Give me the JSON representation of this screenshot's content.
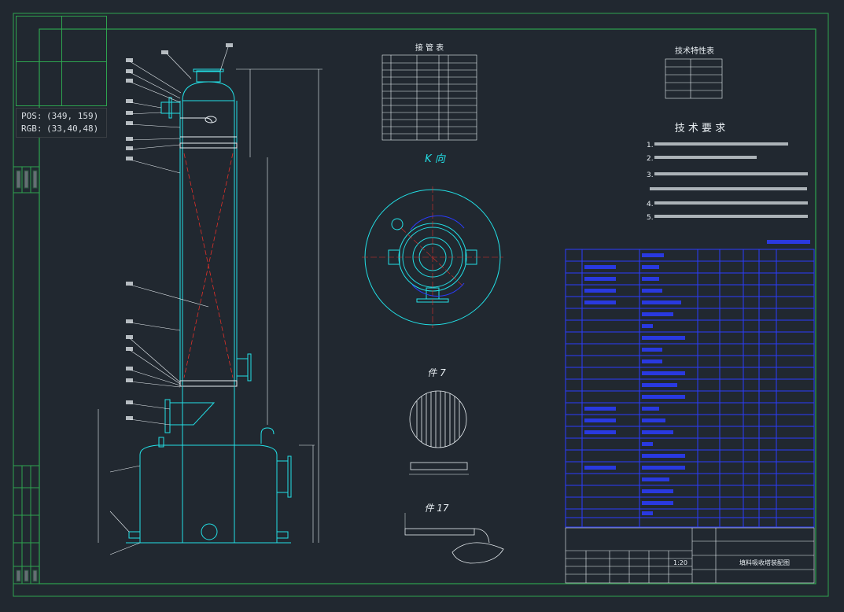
{
  "cursor_readout": {
    "pos_label": "POS:",
    "pos_value": "(349, 159)",
    "rgb_label": "RGB:",
    "rgb_value": "(33,40,48)"
  },
  "drawing": {
    "nozzle_table_title": "接 管 表",
    "tech_char_title": "技术特性表",
    "tech_req_title": "技 术 要 求",
    "view_k_label": "K 向",
    "part7_label": "件 7",
    "part17_label": "件 17",
    "scale": "1:20",
    "title_block_name": "填料吸收塔装配图",
    "req_items": [
      "1.",
      "2.",
      "3.",
      "4.",
      "5."
    ]
  },
  "colors": {
    "background": "#212830",
    "frame": "#2ea44f",
    "cyan": "#22e0e6",
    "white": "#e8eef2",
    "blue": "#2b3cff",
    "red": "#e0302a"
  }
}
